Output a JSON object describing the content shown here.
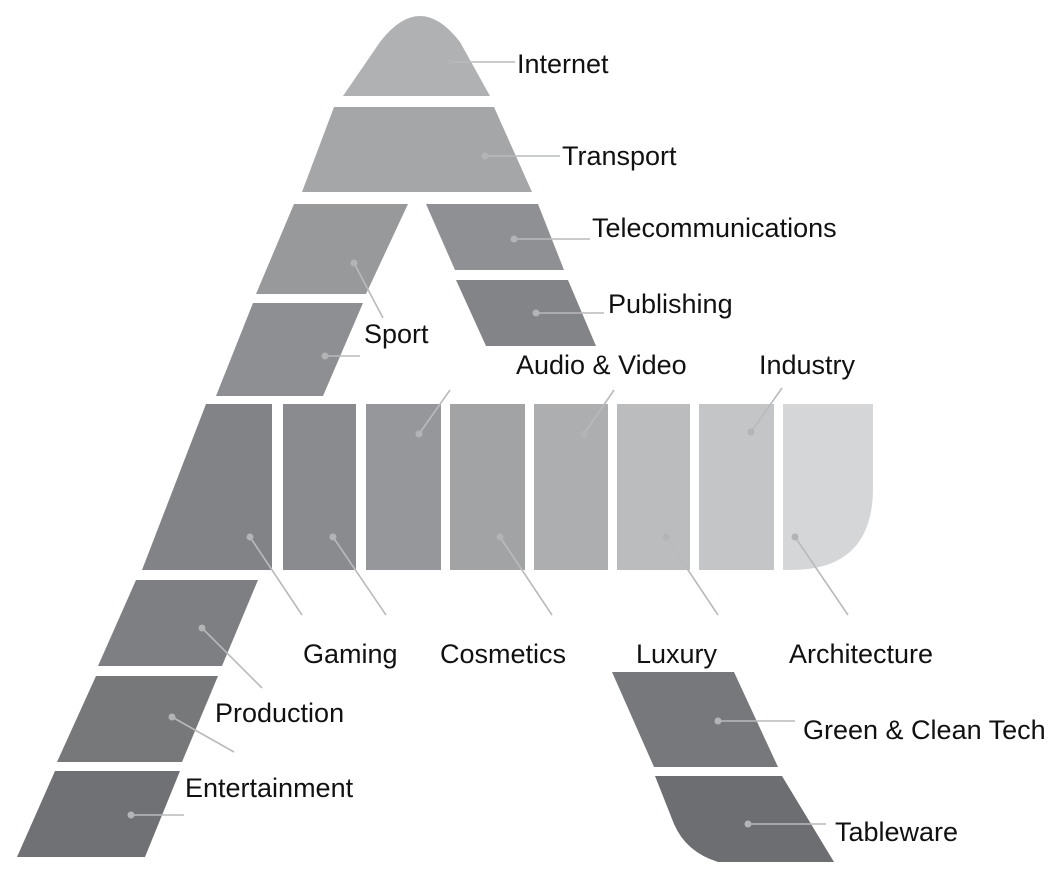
{
  "diagram": {
    "palette": {
      "background": "#ffffff",
      "segment_dark": "#707174",
      "segment_mid": "#8e8f92",
      "segment_light": "#c6c7c9",
      "segment_lightest": "#d6d7d8",
      "leader_line": "#b9babc",
      "dot": "#b3b4b6",
      "label_text": "#111111"
    },
    "labels": {
      "internet": "Internet",
      "transport": "Transport",
      "telecommunications": "Telecommunications",
      "publishing": "Publishing",
      "sport": "Sport",
      "audio_video": "Audio & Video",
      "industry": "Industry",
      "gaming": "Gaming",
      "cosmetics": "Cosmetics",
      "luxury": "Luxury",
      "architecture": "Architecture",
      "production": "Production",
      "green_clean_tech": "Green & Clean Tech",
      "entertainment": "Entertainment",
      "tableware": "Tableware"
    }
  }
}
